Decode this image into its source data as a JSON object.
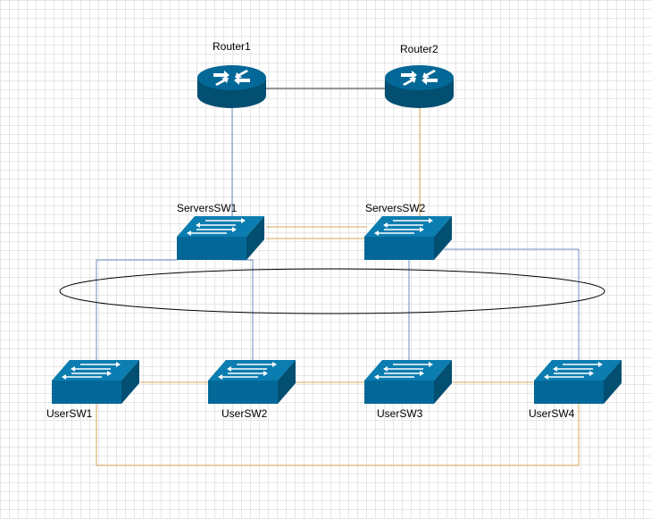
{
  "colors": {
    "device": "#036897",
    "device_top": "#0b7db0",
    "device_side": "#024f72",
    "link_blue": "#6c8ebf",
    "link_orange": "#d6a95e",
    "link_dark": "#333333"
  },
  "devices": {
    "router1": "Router1",
    "router2": "Router2",
    "serverssw1": "ServersSW1",
    "serverssw2": "ServersSW2",
    "usersw1": "UserSW1",
    "usersw2": "UserSW2",
    "usersw3": "UserSW3",
    "usersw4": "UserSW4"
  },
  "icons": {
    "router": "router-icon",
    "switch": "switch-icon"
  }
}
